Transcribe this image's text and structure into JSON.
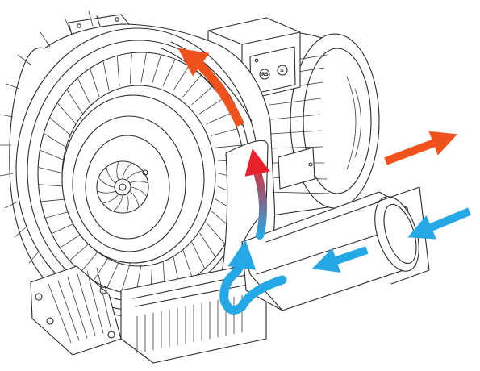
{
  "colors": {
    "background": "#ffffff",
    "line_art": "#2b2b2b",
    "hot_air": "#f0521e",
    "cold_air": "#25a9e6",
    "transition_gradient": [
      "#e8222b",
      "#25a9e6"
    ]
  },
  "components": [
    "side-channel-blower-housing",
    "impeller-ring",
    "electric-motor",
    "terminal-box",
    "inlet-silencer",
    "outlet-flange"
  ],
  "flow_arrows": [
    {
      "name": "cold-air-inlet",
      "color": "cold_air"
    },
    {
      "name": "cold-air-through-silencer",
      "color": "cold_air"
    },
    {
      "name": "air-into-side-channel",
      "color": "cold_air"
    },
    {
      "name": "air-compression-transition",
      "color": "transition_gradient"
    },
    {
      "name": "hot-air-around-channel",
      "color": "hot_air"
    },
    {
      "name": "hot-air-outlet",
      "color": "hot_air"
    }
  ],
  "terminal_box": {
    "glyph_left": "RS",
    "glyph_right": "≡"
  }
}
